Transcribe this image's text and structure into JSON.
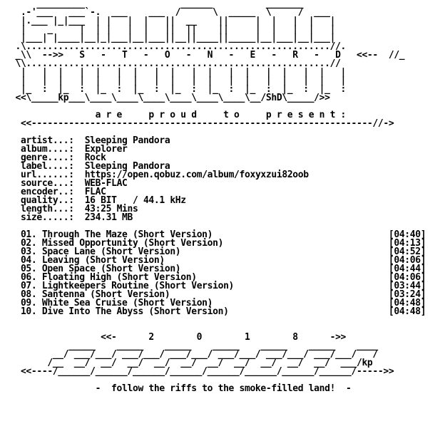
{
  "header_art": [
    "     _________                  ______          _______",
    "  .-'___   ___`-.  ___    ___  /      \\  _____  \\     /  ___",
    "  |.___ |_|___  | |   |  |   ||  __    ||     |  |   |  |   |",
    "  |    _     |  | |   |  |   ||  ||    ||     |  |   |  |   |",
    "  |___| |____|__|_|___|__|___||__||____||_____|__|___|__|___|",
    " .\\.........................................................//.",
    " _\\\\  -->>   S   -   T   -   O   -   N   -   E   -   R   -   D   <<--  //_",
    " \\\\.........................................................//",
    "  |   |  |   |  |   |  |   |  |   |  |   |  |   |  |   |  |   |",
    "  |   |  |   |  |   |  |   |  |   |  |   |  |   |  |   |  |   |",
    "  |_  :  |_  :  |_  :  |_  :  |_  :  |_  :  |_  :  |_  :  |_  :",
    " <<\\_____kp___\\____\\____\\____\\____\\____\\____\\__/ShD\\_____/>>"
  ],
  "presents_line": "                a r e     p r o u d     t o     p r e s e n t :",
  "presents_rule": "  <<----------------------------------------------------------------//->",
  "info": [
    {
      "key": "artist...:",
      "value": "Sleeping Pandora"
    },
    {
      "key": "album....:",
      "value": "Explorer"
    },
    {
      "key": "genre....:",
      "value": "Rock"
    },
    {
      "key": "label....:",
      "value": "Sleeping Pandora"
    },
    {
      "key": "url......:",
      "value": "https://open.qobuz.com/album/foxyxzui82oob"
    },
    {
      "key": "source...:",
      "value": "WEB-FLAC"
    },
    {
      "key": "encoder..:",
      "value": "FLAC"
    },
    {
      "key": "quality..:",
      "value": "16 BIT   / 44.1 kHz"
    },
    {
      "key": "length...:",
      "value": "43:25 Mins"
    },
    {
      "key": "size.....:",
      "value": "234.31 MB"
    }
  ],
  "tracks": [
    {
      "num": "01.",
      "title": "Through The Maze (Short Version)",
      "time": "[04:40]"
    },
    {
      "num": "02.",
      "title": "Missed Opportunity (Short Version)",
      "time": "[04:13]"
    },
    {
      "num": "03.",
      "title": "Space Lane (Short Version)",
      "time": "[04:52]"
    },
    {
      "num": "04.",
      "title": "Leaving (Short Version)",
      "time": "[04:06]"
    },
    {
      "num": "05.",
      "title": "Open Space (Short Version)",
      "time": "[04:44]"
    },
    {
      "num": "06.",
      "title": "Floating High (Short Version)",
      "time": "[04:06]"
    },
    {
      "num": "07.",
      "title": "Lightkeepers Routine (Short Version)",
      "time": "[03:44]"
    },
    {
      "num": "08.",
      "title": "Santenna (Short Version)",
      "time": "[03:24]"
    },
    {
      "num": "09.",
      "title": "White Sea Cruise (Short Version)",
      "time": "[04:48]"
    },
    {
      "num": "10.",
      "title": "Dive Into The Abyss (Short Version)",
      "time": "[04:48]"
    }
  ],
  "footer_art": [
    "                 <<-      2        0        1        8      ->>",
    "           _____    _____    _____    _____    _____    _____    ____",
    "        __/ ___/___/ ___/___/ ___/___/ ___/___/ ___/___/ ___/___/   /",
    "       /__  __/  __/  __/  __/  __/  __/  __/  __/  __/  __/  ___/kp",
    "  <<----/______/______/______/______/______/______/______/______/----->>"
  ],
  "tagline": "                -  follow the riffs to the smoke-filled land!  -"
}
